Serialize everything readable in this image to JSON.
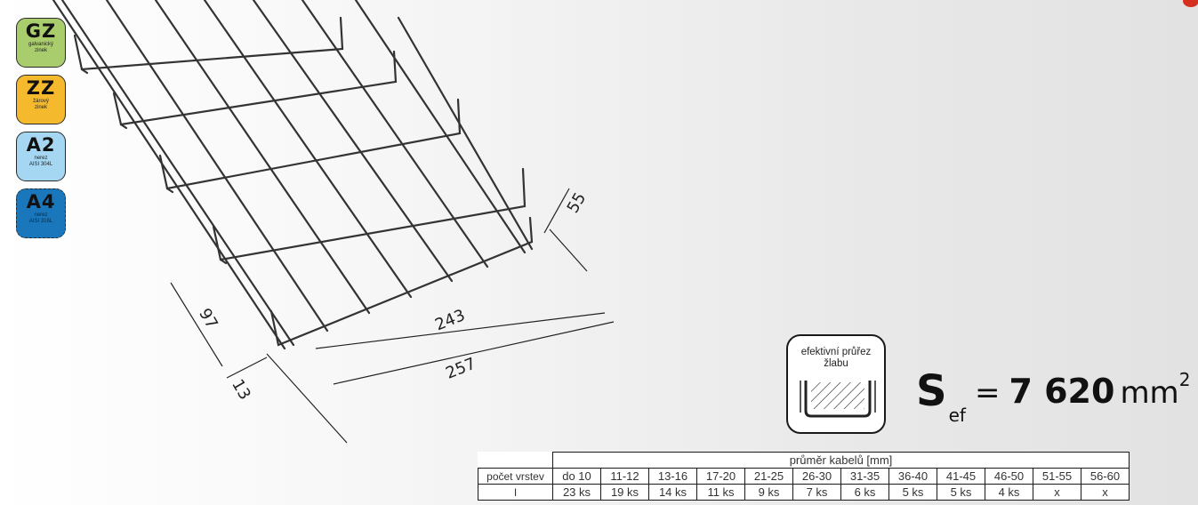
{
  "header": {
    "title_fragment": "/     , / p      /"
  },
  "finishes": [
    {
      "code": "GZ",
      "desc_line1": "galvanický",
      "desc_line2": "zinek",
      "color": "#a9cd6c"
    },
    {
      "code": "ZZ",
      "desc_line1": "žárový",
      "desc_line2": "zinek",
      "color": "#f4b92c"
    },
    {
      "code": "A2",
      "desc_line1": "nerez",
      "desc_line2": "AISI 304L",
      "color": "#a6d7f2"
    },
    {
      "code": "A4",
      "desc_line1": "nerez",
      "desc_line2": "AISI 316L",
      "color": "#1a77bc"
    }
  ],
  "dimensions": {
    "height": "55",
    "inner_width": "243",
    "outer_width": "257",
    "side": "97",
    "offset": "13"
  },
  "section": {
    "label_line1": "efektivní průřez",
    "label_line2": "žlabu",
    "symbol": "S",
    "subscript": "ef",
    "equals": "=",
    "value": "7 620",
    "unit": "mm",
    "superscript": "2"
  },
  "table": {
    "group_header": "průměr kabelů [mm]",
    "row_header": "počet vrstev",
    "columns": [
      "do 10",
      "11-12",
      "13-16",
      "17-20",
      "21-25",
      "26-30",
      "31-35",
      "36-40",
      "41-45",
      "46-50",
      "51-55",
      "56-60"
    ],
    "rows": [
      {
        "label": "I",
        "cells": [
          "23 ks",
          "19 ks",
          "14 ks",
          "11 ks",
          "9 ks",
          "7 ks",
          "6 ks",
          "5 ks",
          "5 ks",
          "4 ks",
          "x",
          "x"
        ]
      }
    ]
  },
  "colors": {
    "accent_red": "#d5301f",
    "frame": "#1a1a1a"
  }
}
